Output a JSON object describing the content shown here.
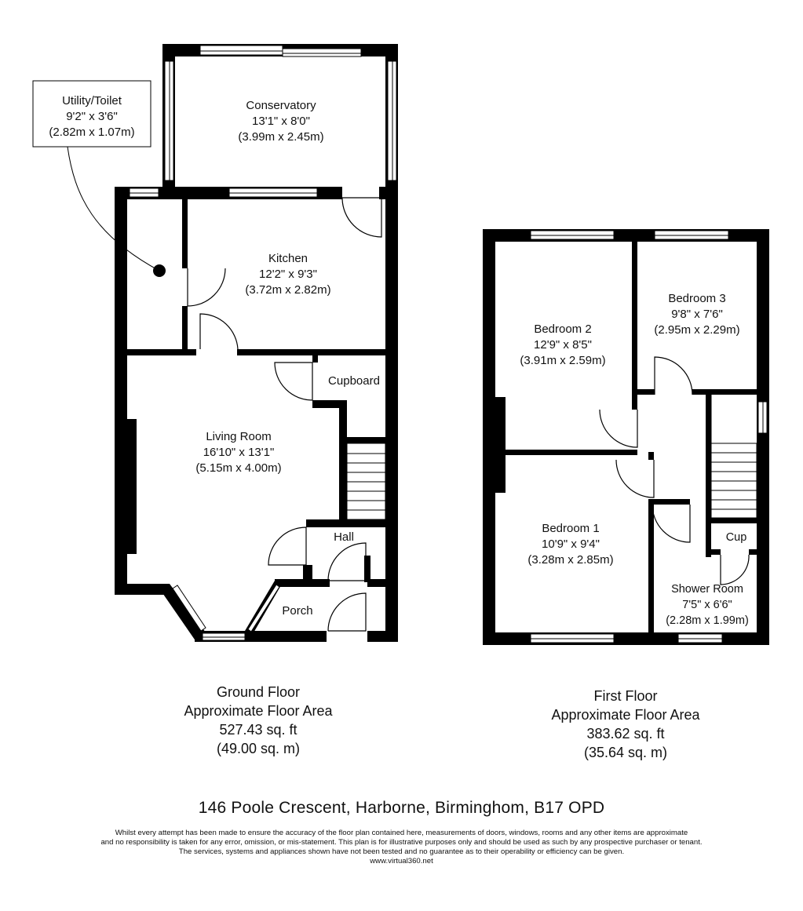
{
  "ground_floor": {
    "rooms": {
      "conservatory": {
        "name": "Conservatory",
        "imperial": "13'1\" x 8'0\"",
        "metric": "(3.99m x 2.45m)"
      },
      "utility": {
        "name": "Utility/Toilet",
        "imperial": "9'2\" x 3'6\"",
        "metric": "(2.82m x 1.07m)"
      },
      "kitchen": {
        "name": "Kitchen",
        "imperial": "12'2\" x 9'3\"",
        "metric": "(3.72m x 2.82m)"
      },
      "cupboard": {
        "name": "Cupboard"
      },
      "living": {
        "name": "Living Room",
        "imperial": "16'10\" x 13'1\"",
        "metric": "(5.15m x 4.00m)"
      },
      "hall": {
        "name": "Hall"
      },
      "porch": {
        "name": "Porch"
      }
    },
    "area": {
      "title": "Ground Floor",
      "subtitle": "Approximate Floor Area",
      "sqft": "527.43 sq. ft",
      "sqm": "(49.00 sq. m)"
    }
  },
  "first_floor": {
    "rooms": {
      "bedroom2": {
        "name": "Bedroom 2",
        "imperial": "12'9\" x 8'5\"",
        "metric": "(3.91m x 2.59m)"
      },
      "bedroom3": {
        "name": "Bedroom 3",
        "imperial": "9'8\" x 7'6\"",
        "metric": "(2.95m x 2.29m)"
      },
      "bedroom1": {
        "name": "Bedroom 1",
        "imperial": "10'9\" x 9'4\"",
        "metric": "(3.28m x 2.85m)"
      },
      "cup": {
        "name": "Cup"
      },
      "shower": {
        "name": "Shower Room",
        "imperial": "7'5\" x 6'6\"",
        "metric": "(2.28m x 1.99m)"
      }
    },
    "area": {
      "title": "First Floor",
      "subtitle": "Approximate Floor Area",
      "sqft": "383.62 sq. ft",
      "sqm": "(35.64 sq. m)"
    }
  },
  "address": "146 Poole Crescent, Harborne, Birminghom, B17 OPD",
  "disclaimer": {
    "line1": "Whilst every attempt has been made to ensure the accuracy of the floor plan contained here, measurements of doors, windows, rooms and any other items are approximate",
    "line2": "and no responsibility is taken for any error, omission, or mis-statement. This plan is for illustrative purposes only and should be used as such by any prospective purchaser or tenant.",
    "line3": "The services, systems and appliances shown have not been tested and no guarantee as to their operability or efficiency can be given.",
    "website": "www.virtual360.net"
  },
  "colors": {
    "wall": "#000000",
    "window_fill": "#ffffff",
    "background": "#ffffff"
  }
}
